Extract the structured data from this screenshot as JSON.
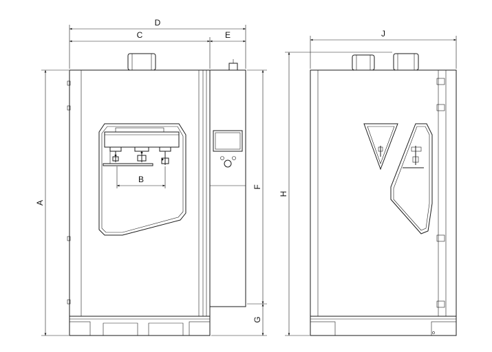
{
  "dimensions": {
    "A": "A",
    "B": "B",
    "C": "C",
    "D": "D",
    "E": "E",
    "F": "F",
    "G": "G",
    "H": "H",
    "J": "J"
  },
  "views": [
    "front-view",
    "side-view"
  ],
  "colors": {
    "line": "#1a1a1a",
    "background": "#ffffff"
  }
}
